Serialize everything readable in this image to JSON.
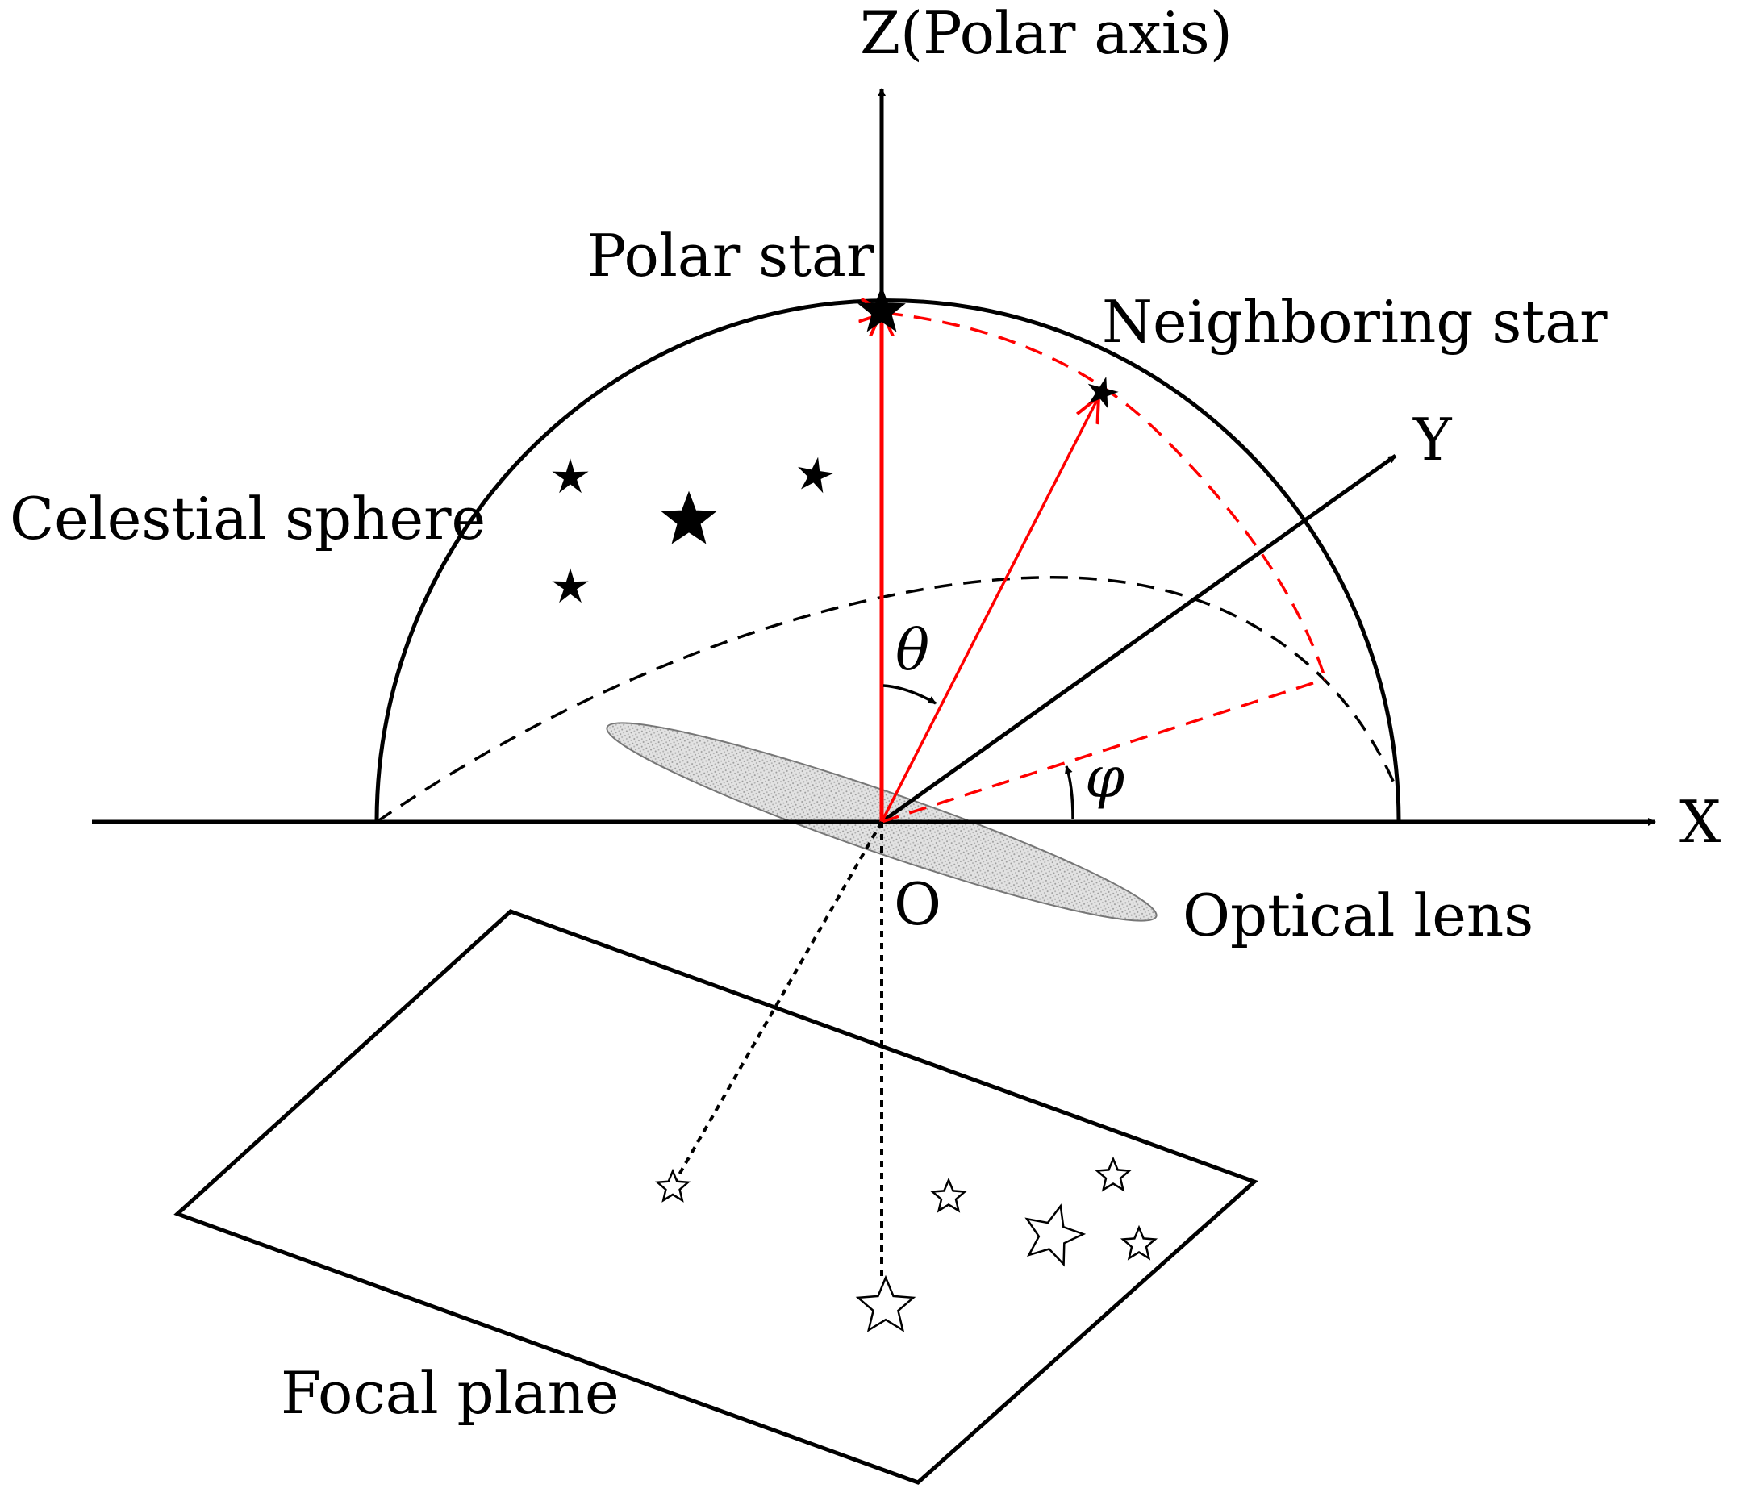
{
  "labels": {
    "z_axis": "Z(Polar axis)",
    "x_axis": "X",
    "y_axis": "Y",
    "origin": "O",
    "polar_star": "Polar star",
    "neighboring_star": "Neighboring star",
    "celestial_sphere": "Celestial sphere",
    "optical_lens": "Optical lens",
    "focal_plane": "Focal plane",
    "theta": "θ",
    "phi": "φ"
  },
  "colors": {
    "line": "#000000",
    "highlight": "#ff0000",
    "lens_fill": "#d8d8d8",
    "background": "#ffffff"
  }
}
